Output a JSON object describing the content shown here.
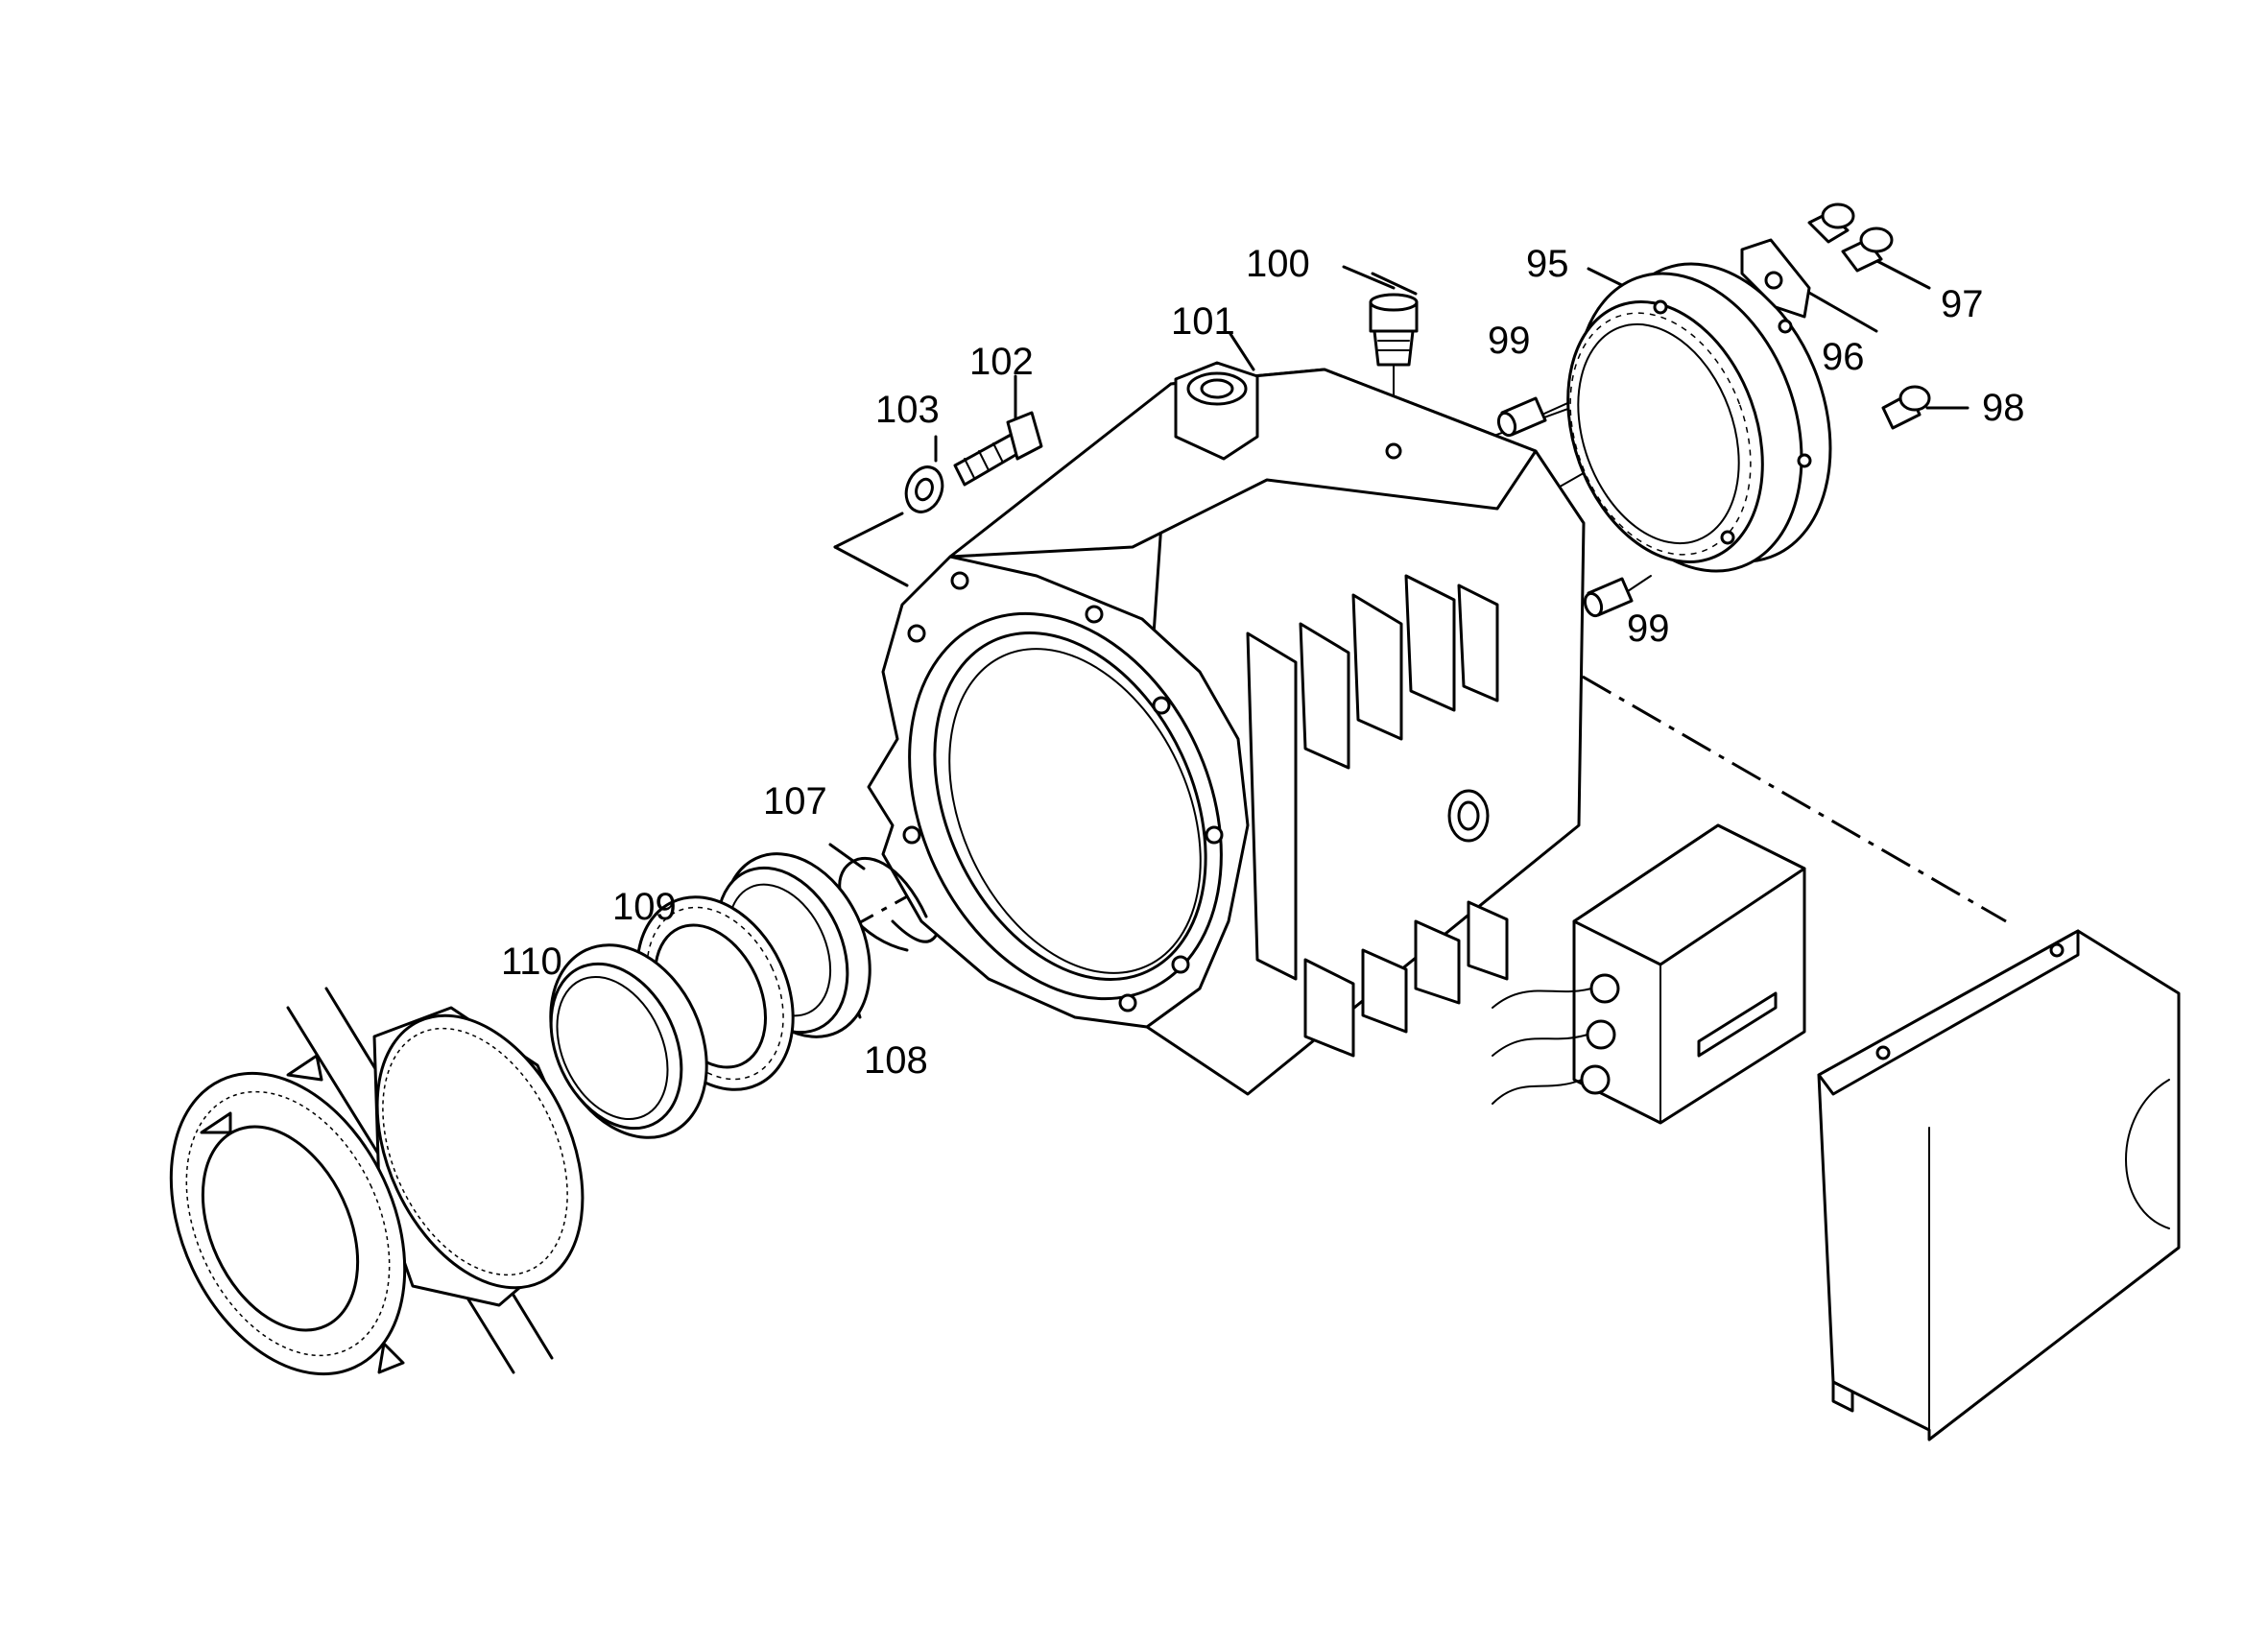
{
  "callouts": [
    {
      "id": "95",
      "text": "95"
    },
    {
      "id": "96",
      "text": "96"
    },
    {
      "id": "97",
      "text": "97"
    },
    {
      "id": "98",
      "text": "98"
    },
    {
      "id": "99a",
      "text": "99"
    },
    {
      "id": "99b",
      "text": "99"
    },
    {
      "id": "100",
      "text": "100"
    },
    {
      "id": "101",
      "text": "101"
    },
    {
      "id": "102",
      "text": "102"
    },
    {
      "id": "103",
      "text": "103"
    },
    {
      "id": "107",
      "text": "107"
    },
    {
      "id": "108",
      "text": "108"
    },
    {
      "id": "109",
      "text": "109"
    },
    {
      "id": "110",
      "text": "110"
    }
  ],
  "colors": {
    "stroke": "#000000",
    "background": "#ffffff"
  }
}
